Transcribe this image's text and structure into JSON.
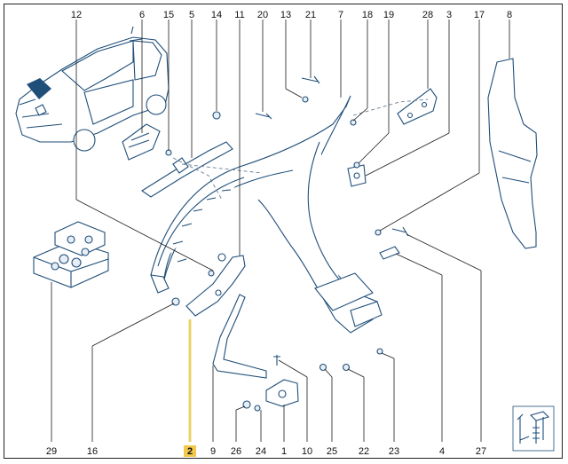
{
  "callouts": {
    "top": [
      {
        "id": "12",
        "label": "12"
      },
      {
        "id": "6",
        "label": "6"
      },
      {
        "id": "15",
        "label": "15"
      },
      {
        "id": "5",
        "label": "5"
      },
      {
        "id": "14",
        "label": "14"
      },
      {
        "id": "11",
        "label": "11"
      },
      {
        "id": "20",
        "label": "20"
      },
      {
        "id": "13",
        "label": "13"
      },
      {
        "id": "21",
        "label": "21"
      },
      {
        "id": "7",
        "label": "7"
      },
      {
        "id": "18",
        "label": "18"
      },
      {
        "id": "19",
        "label": "19"
      },
      {
        "id": "28",
        "label": "28"
      },
      {
        "id": "3",
        "label": "3"
      },
      {
        "id": "17",
        "label": "17"
      },
      {
        "id": "8",
        "label": "8"
      }
    ],
    "bottom": [
      {
        "id": "29",
        "label": "29"
      },
      {
        "id": "16",
        "label": "16"
      },
      {
        "id": "2",
        "label": "2",
        "highlighted": true
      },
      {
        "id": "9",
        "label": "9"
      },
      {
        "id": "26",
        "label": "26"
      },
      {
        "id": "24",
        "label": "24"
      },
      {
        "id": "1",
        "label": "1"
      },
      {
        "id": "10",
        "label": "10"
      },
      {
        "id": "25",
        "label": "25"
      },
      {
        "id": "22",
        "label": "22"
      },
      {
        "id": "23",
        "label": "23"
      },
      {
        "id": "4",
        "label": "4"
      },
      {
        "id": "27",
        "label": "27"
      }
    ]
  },
  "colors": {
    "line": "#1f4e79",
    "highlight": "#f2c94c",
    "text": "#111111"
  },
  "icons": {
    "screw_legend": "bolt-dimension-icon"
  }
}
